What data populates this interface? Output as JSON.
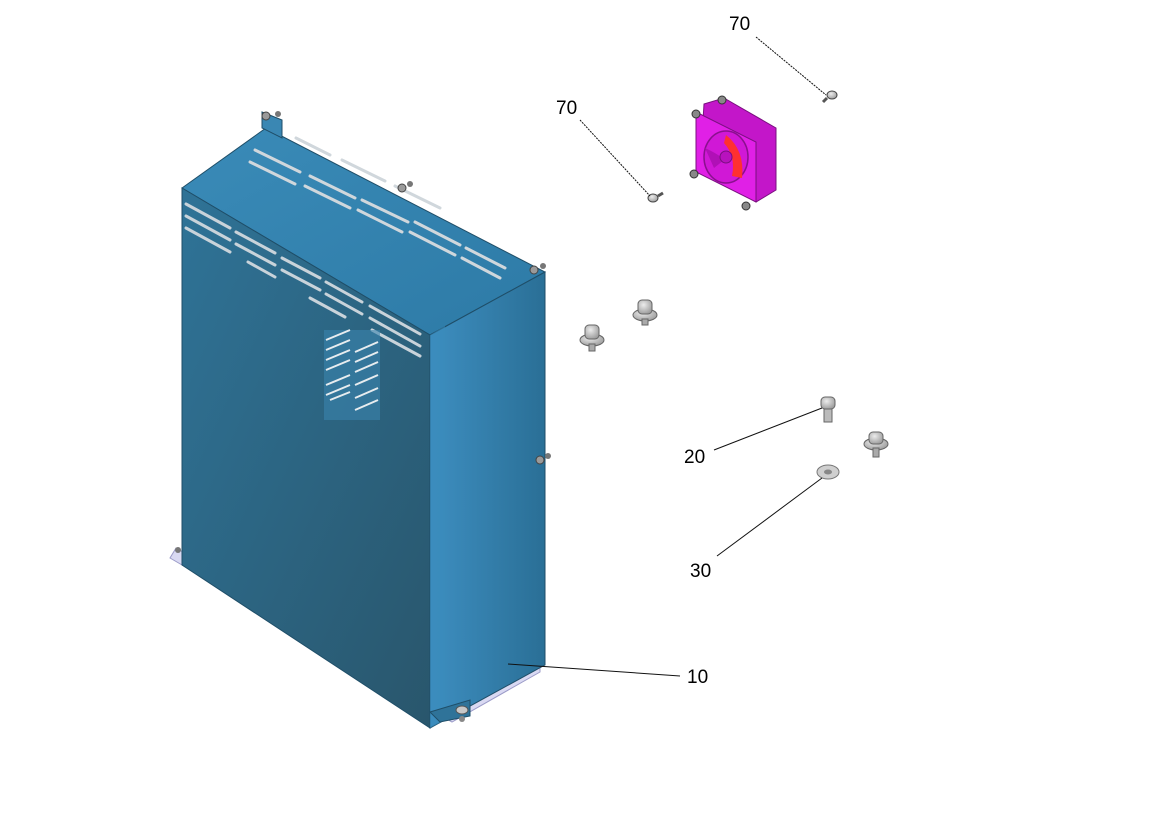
{
  "callouts": [
    {
      "id": "70a",
      "label": "70"
    },
    {
      "id": "70b",
      "label": "70"
    },
    {
      "id": "20",
      "label": "20"
    },
    {
      "id": "30",
      "label": "30"
    },
    {
      "id": "10",
      "label": "10"
    }
  ],
  "parts": [
    {
      "name": "enclosure-cover",
      "color": "#2e6c8c"
    },
    {
      "name": "fan",
      "color": "#e020e6"
    },
    {
      "name": "screw"
    },
    {
      "name": "washer"
    },
    {
      "name": "bolt"
    }
  ]
}
